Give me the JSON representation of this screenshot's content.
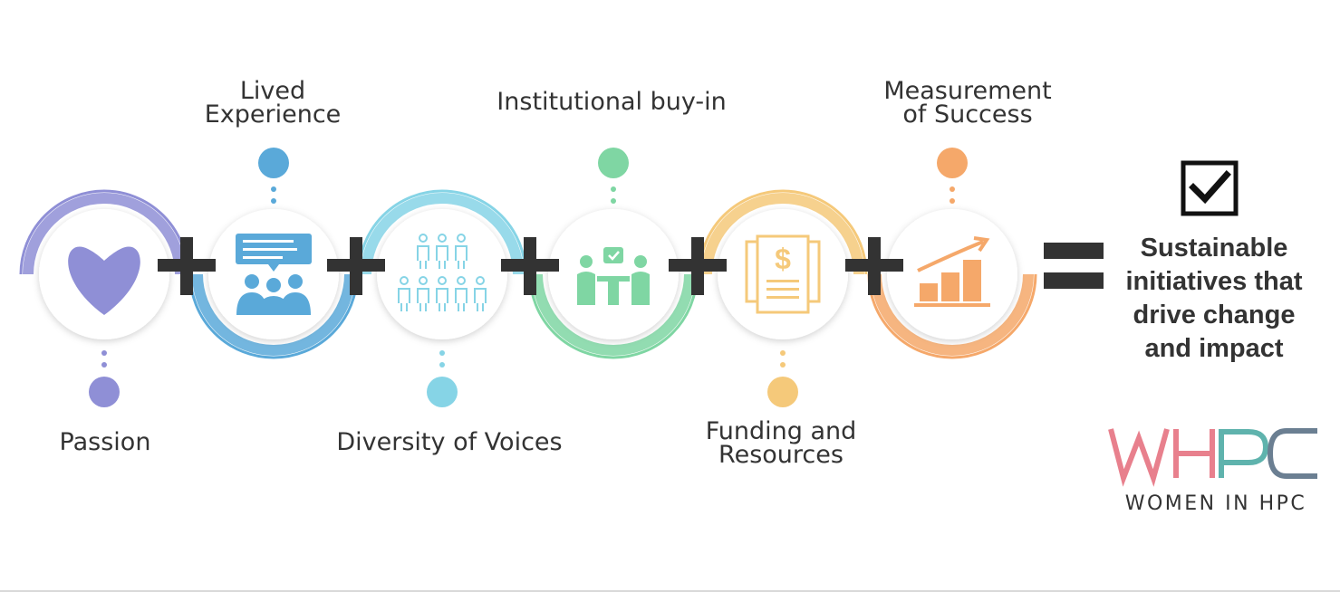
{
  "steps": [
    {
      "label": "Passion",
      "color": "#8f8fd6",
      "icon": "heart-icon"
    },
    {
      "label": "Lived\nExperience",
      "color": "#5aa9d9",
      "icon": "audience-presentation-icon"
    },
    {
      "label": "Diversity of Voices",
      "color": "#86d4e6",
      "icon": "people-group-icon"
    },
    {
      "label": "Institutional buy-in",
      "color": "#7fd6a3",
      "icon": "meeting-approval-icon"
    },
    {
      "label": "Funding and\nResources",
      "color": "#f5c97a",
      "icon": "invoice-dollar-icon"
    },
    {
      "label": "Measurement\nof Success",
      "color": "#f5a86a",
      "icon": "growth-chart-icon"
    }
  ],
  "operators": {
    "plus": "+",
    "equals": "="
  },
  "result": {
    "text": "Sustainable initiatives that drive change and impact",
    "icon": "checked-box-icon"
  },
  "brand": {
    "logo_mark": "WHPC",
    "name": "WOMEN IN HPC",
    "colors": {
      "pink": "#e8808d",
      "teal": "#5fb3ad",
      "slate": "#6b7f92"
    }
  }
}
